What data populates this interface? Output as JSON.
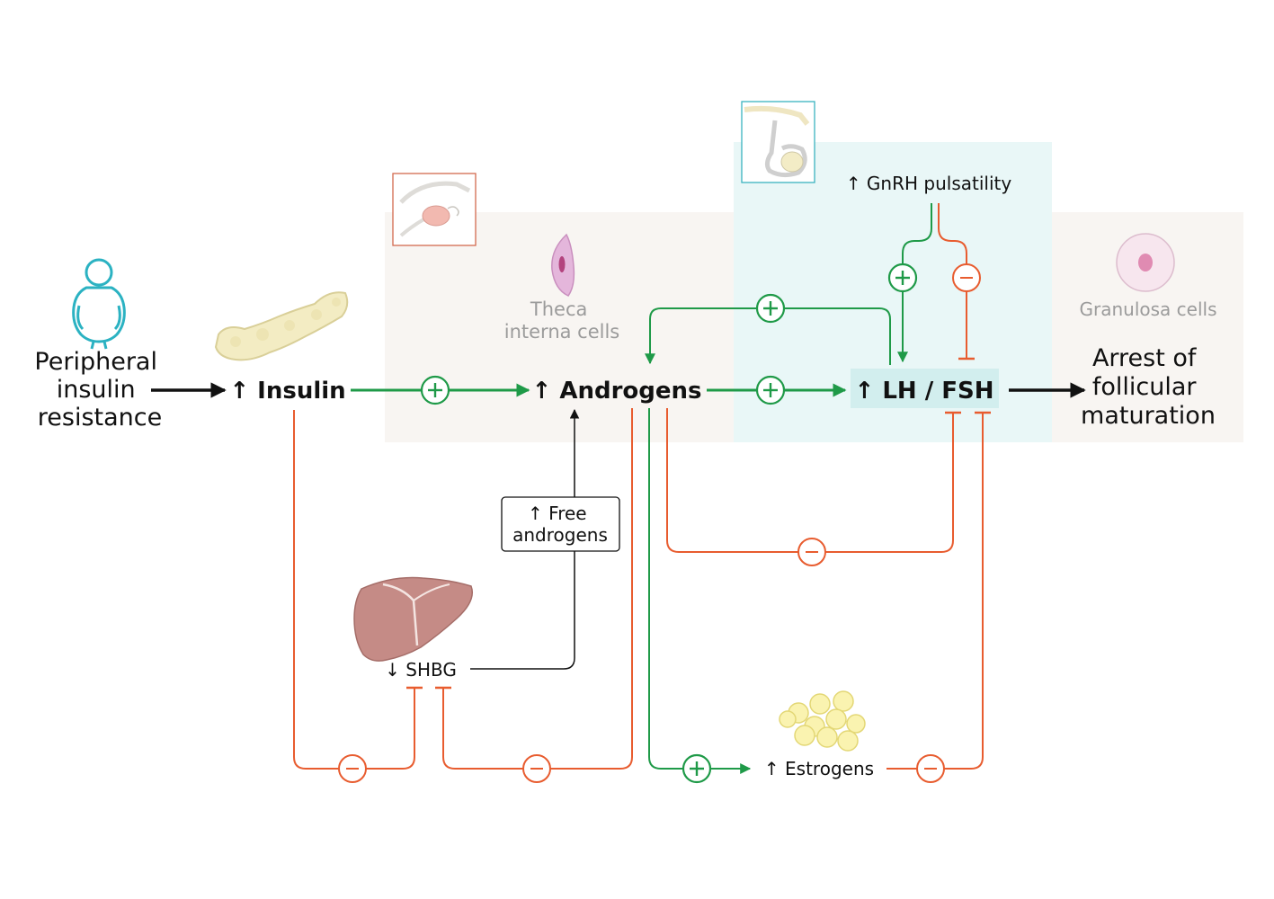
{
  "nodes": {
    "peripheral": [
      "Peripheral",
      "insulin",
      "resistance"
    ],
    "insulin": "↑ Insulin",
    "androgens": "↑ Androgens",
    "lh_fsh": "↑ LH / FSH",
    "arrest": [
      "Arrest of",
      "follicular",
      "maturation"
    ],
    "gnrh": "↑ GnRH pulsatility",
    "theca": [
      "Theca",
      "interna cells"
    ],
    "granulosa": "Granulosa cells",
    "free_androgens": [
      "↑ Free",
      "androgens"
    ],
    "shbg": "↓ SHBG",
    "estrogens": "↑ Estrogens"
  },
  "colors": {
    "ovary_zone": "#f8f5f2",
    "pituitary_zone": "#e9f7f7",
    "lh_box": "#d2eeee",
    "stimulate": "#1f9a48",
    "inhibit": "#e85c2f"
  },
  "icons": [
    "person-icon",
    "pancreas-icon",
    "ovary-thumbnail-icon",
    "theca-cell-icon",
    "pituitary-thumbnail-icon",
    "granulosa-cell-icon",
    "liver-icon",
    "adipose-icon"
  ]
}
